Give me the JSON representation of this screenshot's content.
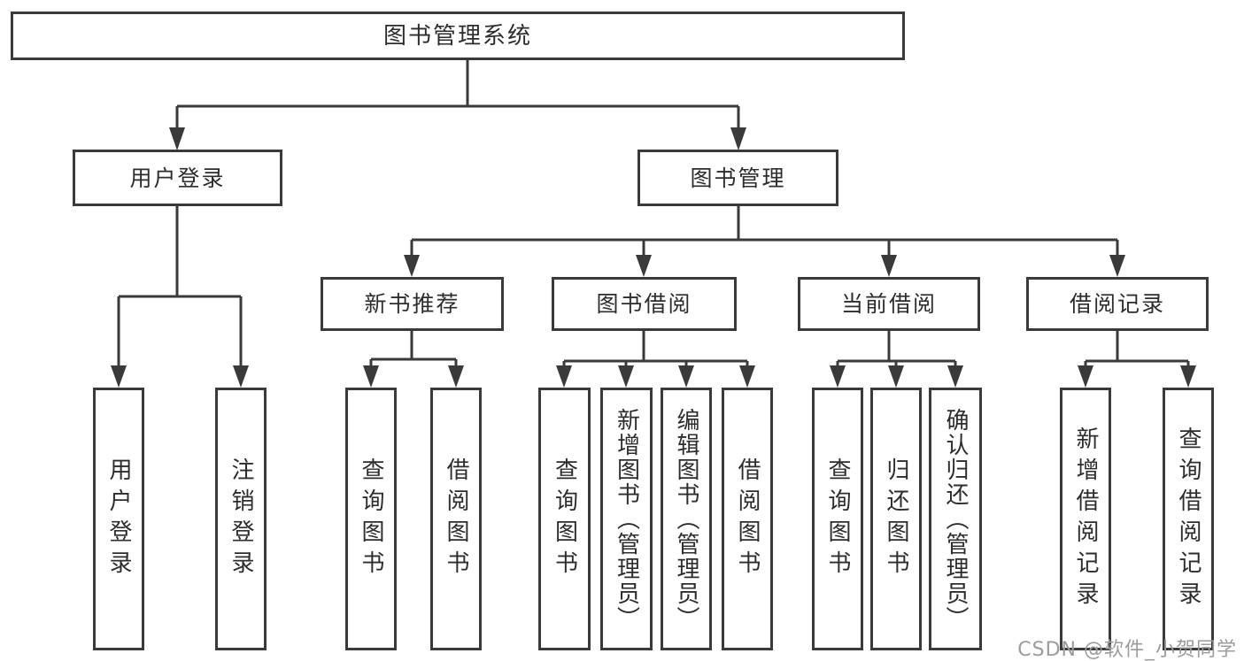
{
  "diagram": {
    "root": {
      "label": "图书管理系统"
    },
    "branches": [
      {
        "label": "用户登录",
        "children": [
          {
            "label": "用户登录"
          },
          {
            "label": "注销登录"
          }
        ]
      },
      {
        "label": "图书管理",
        "children": [
          {
            "label": "新书推荐",
            "children": [
              {
                "label": "查询图书"
              },
              {
                "label": "借阅图书"
              }
            ]
          },
          {
            "label": "图书借阅",
            "children": [
              {
                "label": "查询图书"
              },
              {
                "label": "新增图书（管理员）"
              },
              {
                "label": "编辑图书（管理员）"
              },
              {
                "label": "借阅图书"
              }
            ]
          },
          {
            "label": "当前借阅",
            "children": [
              {
                "label": "查询图书"
              },
              {
                "label": "归还图书"
              },
              {
                "label": "确认归还（管理员）"
              }
            ]
          },
          {
            "label": "借阅记录",
            "children": [
              {
                "label": "新增借阅记录"
              },
              {
                "label": "查询借阅记录"
              }
            ]
          }
        ]
      }
    ]
  },
  "watermark": {
    "text": "CSDN @软件_小贺同学"
  },
  "colors": {
    "line": "#3a3a3a",
    "text": "#2d2d2d",
    "watermark_text": "#9c9c9c",
    "background": "#ffffff"
  }
}
